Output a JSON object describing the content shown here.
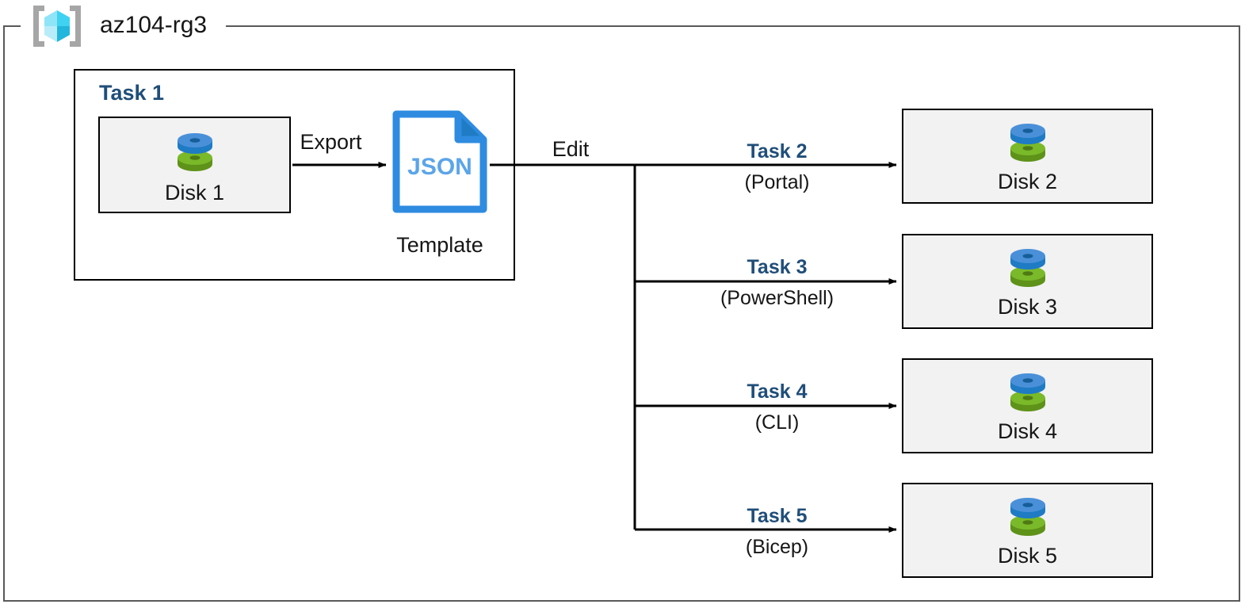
{
  "frame": {
    "title": "az104-rg3",
    "icon": "resource-group-icon",
    "border_color": "#595959"
  },
  "task1": {
    "label": "Task 1",
    "label_color": "#1F4E79",
    "source_disk": {
      "label": "Disk 1",
      "icon": "managed-disk-icon"
    },
    "export_edge": {
      "label": "Export"
    },
    "template": {
      "icon": "json-file-icon",
      "icon_text": "JSON",
      "label": "Template",
      "accent_color": "#2E8BE0"
    }
  },
  "edit_edge": {
    "label": "Edit"
  },
  "branches": [
    {
      "task_label": "Task 2",
      "method_label": "(Portal)",
      "target": {
        "label": "Disk 2",
        "icon": "managed-disk-icon"
      }
    },
    {
      "task_label": "Task 3",
      "method_label": "(PowerShell)",
      "target": {
        "label": "Disk 3",
        "icon": "managed-disk-icon"
      }
    },
    {
      "task_label": "Task 4",
      "method_label": "(CLI)",
      "target": {
        "label": "Disk 4",
        "icon": "managed-disk-icon"
      }
    },
    {
      "task_label": "Task 5",
      "method_label": "(Bicep)",
      "target": {
        "label": "Disk 5",
        "icon": "managed-disk-icon"
      }
    }
  ],
  "colors": {
    "task_accent": "#1F4E79",
    "disk_blue": "#4A90D9",
    "disk_green": "#7AB929",
    "json_blue": "#2E8BE0",
    "box_fill": "#F2F2F2",
    "frame_gray": "#595959",
    "line_black": "#000000"
  }
}
